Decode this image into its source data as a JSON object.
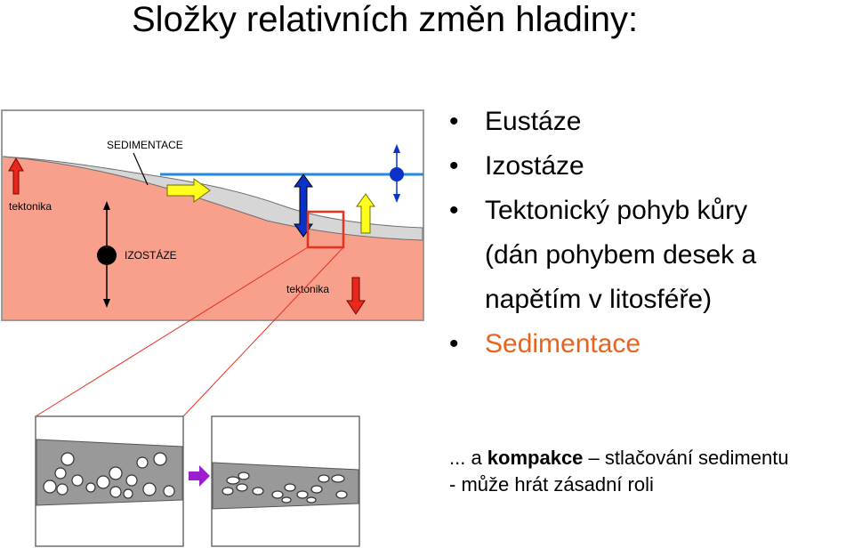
{
  "page_title": "Složky relativních změn hladiny:",
  "bullets": [
    {
      "text": "Eustáze"
    },
    {
      "text": "Izostáze"
    },
    {
      "text": "Tektonický pohyb kůry"
    },
    {
      "text": "(dán pohybem desek a"
    },
    {
      "text": "napětím v litosféře)"
    },
    {
      "text": "Sedimentace"
    }
  ],
  "diagram": {
    "label_sedimentace": "SEDIMENTACE",
    "label_tektonika_left": "tektonika",
    "label_izostaze": "IZOSTÁZE",
    "label_tektonika_right": "tektonika"
  },
  "note": {
    "prefix": "... a ",
    "keyword": "kompakce",
    "suffix": " – stlačování sedimentu",
    "line2": "- může hrát zásadní roli"
  },
  "colors": {
    "crust": "#f8a08c",
    "sediment": "#d6d6d6",
    "water_line": "#1e8ae6",
    "arrow_red": "#e8281e",
    "arrow_yellow": "#ffff1e",
    "arrow_blue": "#0a32c8",
    "highlight_box": "#e8321e",
    "bullet_orange": "#e8641e",
    "arrow_purple": "#9b1ecf"
  }
}
